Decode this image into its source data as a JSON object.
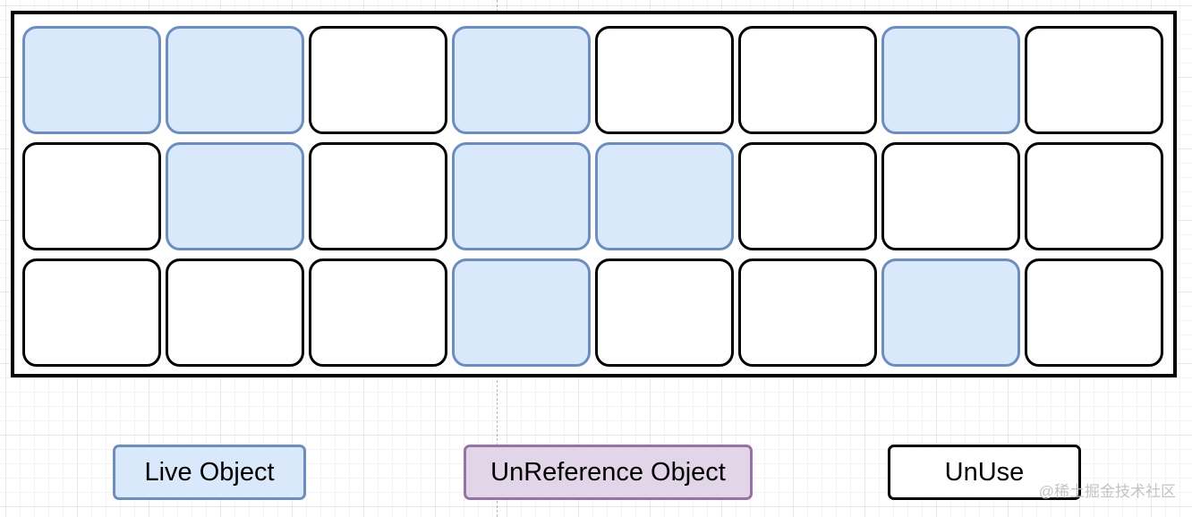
{
  "colors": {
    "live_fill": "#dae8fc",
    "live_stroke": "#6c8ebf",
    "unreferenced_fill": "#e1d5e7",
    "unreferenced_stroke": "#9673a6",
    "unuse_fill": "#ffffff",
    "unuse_stroke": "#000000"
  },
  "memory_grid": {
    "rows": [
      [
        "live",
        "live",
        "unuse",
        "live",
        "unuse",
        "unuse",
        "live",
        "unuse"
      ],
      [
        "unuse",
        "live",
        "unuse",
        "live",
        "live",
        "unuse",
        "unuse",
        "unuse"
      ],
      [
        "unuse",
        "unuse",
        "unuse",
        "live",
        "unuse",
        "unuse",
        "live",
        "unuse"
      ]
    ]
  },
  "legend": {
    "live": "Live Object",
    "unreferenced": "UnReference Object",
    "unuse": "UnUse"
  },
  "watermark": "@稀土掘金技术社区"
}
